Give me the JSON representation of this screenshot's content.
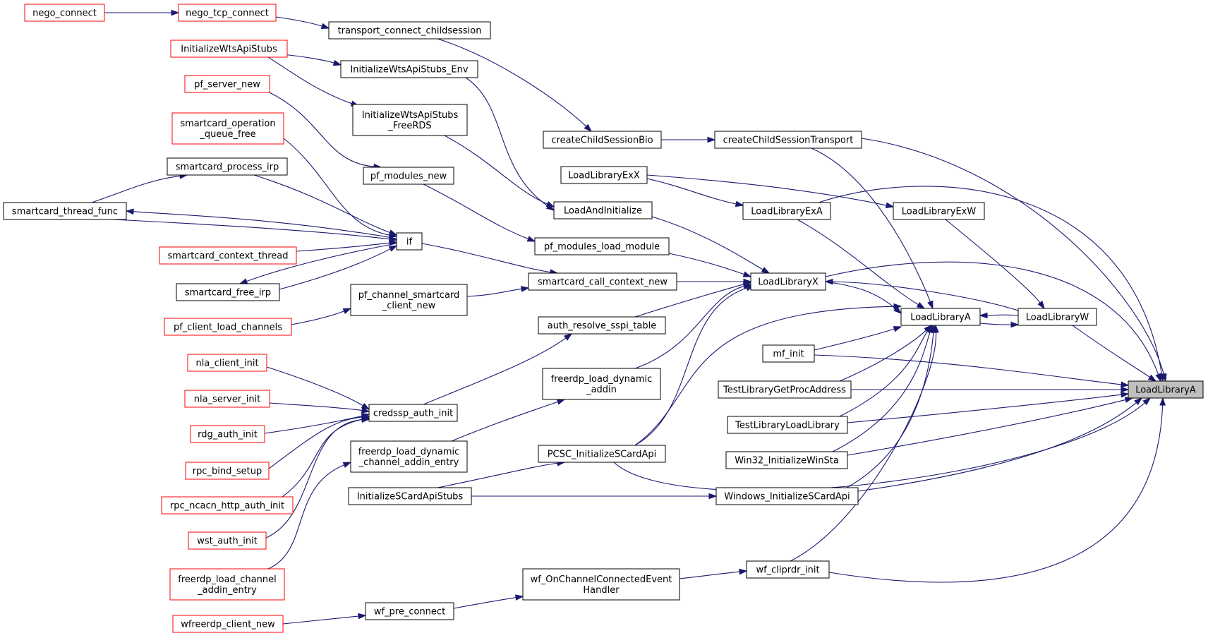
{
  "graph": {
    "colors": {
      "edge": "#191970",
      "truncated_border": "#ff0000",
      "node_border": "#000000",
      "root_fill": "#bfbfbf"
    },
    "nodes": {
      "nego_connect": [
        "nego_connect"
      ],
      "nego_tcp_connect": [
        "nego_tcp_connect"
      ],
      "transport_connect_childsession": [
        "transport_connect_childsession"
      ],
      "InitializeWtsApiStubs": [
        "InitializeWtsApiStubs"
      ],
      "InitializeWtsApiStubs_Env": [
        "InitializeWtsApiStubs_Env"
      ],
      "InitializeWtsApiStubs_FreeRDS": [
        "InitializeWtsApiStubs",
        "_FreeRDS"
      ],
      "pf_server_new": [
        "pf_server_new"
      ],
      "smartcard_operation_queue_free": [
        "smartcard_operation",
        "_queue_free"
      ],
      "smartcard_process_irp": [
        "smartcard_process_irp"
      ],
      "pf_modules_new": [
        "pf_modules_new"
      ],
      "smartcard_thread_func": [
        "smartcard_thread_func"
      ],
      "if": [
        "if"
      ],
      "smartcard_context_thread": [
        "smartcard_context_thread"
      ],
      "smartcard_free_irp": [
        "smartcard_free_irp"
      ],
      "pf_channel_smartcard_client_new": [
        "pf_channel_smartcard",
        "_client_new"
      ],
      "pf_client_load_channels": [
        "pf_client_load_channels"
      ],
      "createChildSessionBio": [
        "createChildSessionBio"
      ],
      "createChildSessionTransport": [
        "createChildSessionTransport"
      ],
      "LoadLibraryExX": [
        "LoadLibraryExX"
      ],
      "LoadAndInitialize": [
        "LoadAndInitialize"
      ],
      "LoadLibraryExA": [
        "LoadLibraryExA"
      ],
      "LoadLibraryExW": [
        "LoadLibraryExW"
      ],
      "pf_modules_load_module": [
        "pf_modules_load_module"
      ],
      "smartcard_call_context_new": [
        "smartcard_call_context_new"
      ],
      "LoadLibraryX": [
        "LoadLibraryX"
      ],
      "LoadLibraryA_mid": [
        "LoadLibraryA"
      ],
      "LoadLibraryW": [
        "LoadLibraryW"
      ],
      "auth_resolve_sspi_table": [
        "auth_resolve_sspi_table"
      ],
      "mf_init": [
        "mf_init"
      ],
      "freerdp_load_dynamic_addin": [
        "freerdp_load_dynamic",
        "_addin"
      ],
      "TestLibraryGetProcAddress": [
        "TestLibraryGetProcAddress"
      ],
      "LoadLibraryA_root": [
        "LoadLibraryA"
      ],
      "nla_client_init": [
        "nla_client_init"
      ],
      "nla_server_init": [
        "nla_server_init"
      ],
      "credssp_auth_init": [
        "credssp_auth_init"
      ],
      "TestLibraryLoadLibrary": [
        "TestLibraryLoadLibrary"
      ],
      "rdg_auth_init": [
        "rdg_auth_init"
      ],
      "freerdp_load_dynamic_channel_addin_entry": [
        "freerdp_load_dynamic",
        "_channel_addin_entry"
      ],
      "PCSC_InitializeSCardApi": [
        "PCSC_InitializeSCardApi"
      ],
      "Win32_InitializeWinSta": [
        "Win32_InitializeWinSta"
      ],
      "rpc_bind_setup": [
        "rpc_bind_setup"
      ],
      "InitializeSCardApiStubs": [
        "InitializeSCardApiStubs"
      ],
      "Windows_InitializeSCardApi": [
        "Windows_InitializeSCardApi"
      ],
      "rpc_ncacn_http_auth_init": [
        "rpc_ncacn_http_auth_init"
      ],
      "wst_auth_init": [
        "wst_auth_init"
      ],
      "freerdp_load_channel_addin_entry": [
        "freerdp_load_channel",
        "_addin_entry"
      ],
      "wf_OnChannelConnectedEventHandler": [
        "wf_OnChannelConnectedEvent",
        "Handler"
      ],
      "wf_cliprdr_init": [
        "wf_cliprdr_init"
      ],
      "wf_pre_connect": [
        "wf_pre_connect"
      ],
      "wfreerdp_client_new": [
        "wfreerdp_client_new"
      ]
    }
  }
}
